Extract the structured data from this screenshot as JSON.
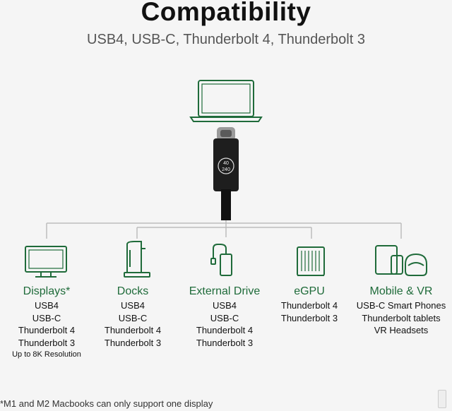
{
  "header": {
    "title": "Compatibility",
    "subtitle": "USB4, USB-C, Thunderbolt 4, Thunderbolt 3"
  },
  "cable": {
    "badge_top": "40",
    "badge_bottom": "240"
  },
  "devices": [
    {
      "heading": "Displays*",
      "lines": [
        "USB4",
        "USB-C",
        "Thunderbolt 4",
        "Thunderbolt 3"
      ],
      "note": "Up to 8K Resolution"
    },
    {
      "heading": "Docks",
      "lines": [
        "USB4",
        "USB-C",
        "Thunderbolt 4",
        "Thunderbolt 3"
      ]
    },
    {
      "heading": "External Drive",
      "lines": [
        "USB4",
        "USB-C",
        "Thunderbolt 4",
        "Thunderbolt 3"
      ]
    },
    {
      "heading": "eGPU",
      "lines": [
        "Thunderbolt 4",
        "Thunderbolt 3"
      ]
    },
    {
      "heading": "Mobile & VR",
      "lines": [
        "USB-C Smart Phones",
        "Thunderbolt tablets",
        "VR Headsets"
      ]
    }
  ],
  "footnote": "*M1 and M2 Macbooks can only support one display",
  "colors": {
    "accent": "#1f6b3a",
    "line": "#bdbdbd",
    "cable": "#1e1e1e",
    "background": "#f5f5f5"
  }
}
